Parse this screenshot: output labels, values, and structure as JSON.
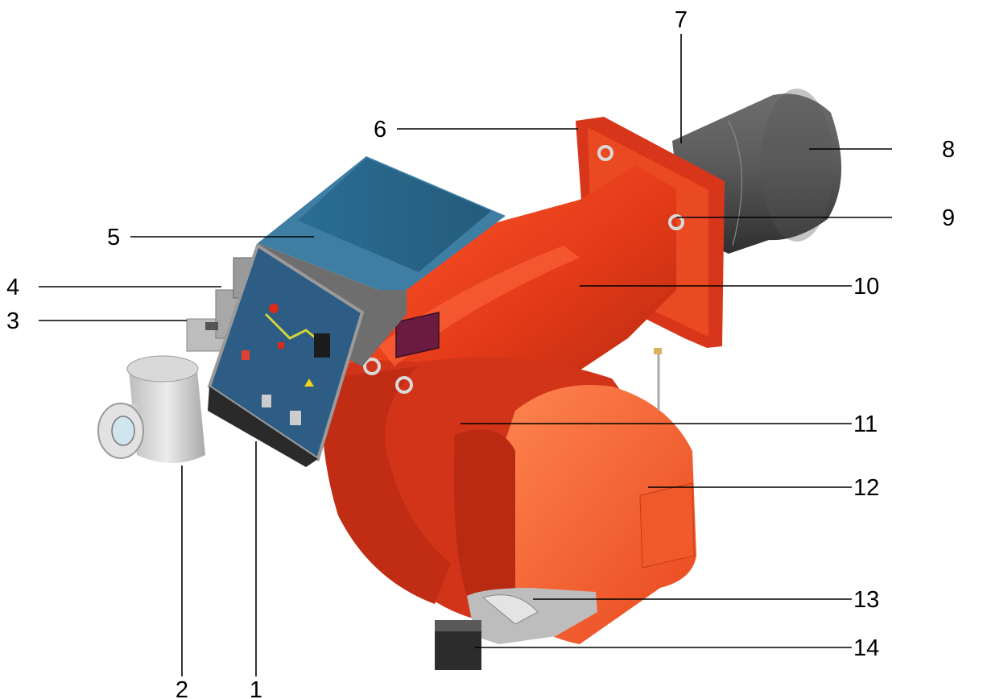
{
  "callouts": [
    {
      "id": "1",
      "label": "1"
    },
    {
      "id": "2",
      "label": "2"
    },
    {
      "id": "3",
      "label": "3"
    },
    {
      "id": "4",
      "label": "4"
    },
    {
      "id": "5",
      "label": "5"
    },
    {
      "id": "6",
      "label": "6"
    },
    {
      "id": "7",
      "label": "7"
    },
    {
      "id": "8",
      "label": "8"
    },
    {
      "id": "9",
      "label": "9"
    },
    {
      "id": "10",
      "label": "10"
    },
    {
      "id": "11",
      "label": "11"
    },
    {
      "id": "12",
      "label": "12"
    },
    {
      "id": "13",
      "label": "13"
    },
    {
      "id": "14",
      "label": "14"
    }
  ],
  "colors": {
    "burner_body": "#e8391a",
    "burner_shadow": "#b92a12",
    "burner_highlight": "#ff6a3d",
    "control_box": "#2f6f8f",
    "control_panel": "#2e5d86",
    "control_frame": "#6c6c6c",
    "blast_tube": "#4a4a4a",
    "filter": "#cfcfcf",
    "leader_line": "#000000"
  }
}
